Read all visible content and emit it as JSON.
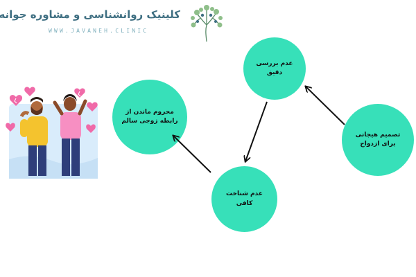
{
  "logo": {
    "title": "کلینیک روانشناسی و مشاوره جوانه",
    "url": "WWW.JAVANEH.CLINIC",
    "emblem_icon": "tree-head-icon"
  },
  "diagram": {
    "nodes": {
      "deprived": "محروم ماندن از رابطه زوجی سالم",
      "no_review": "عدم بررسی دقیق",
      "emotional_decision": "تصمیم هیجانی برای ازدواج",
      "no_knowledge": "عدم شناخت کافی"
    },
    "node_color": "#37e0b9"
  },
  "illustration": {
    "icon": "couple-broken-hearts-illustration"
  }
}
